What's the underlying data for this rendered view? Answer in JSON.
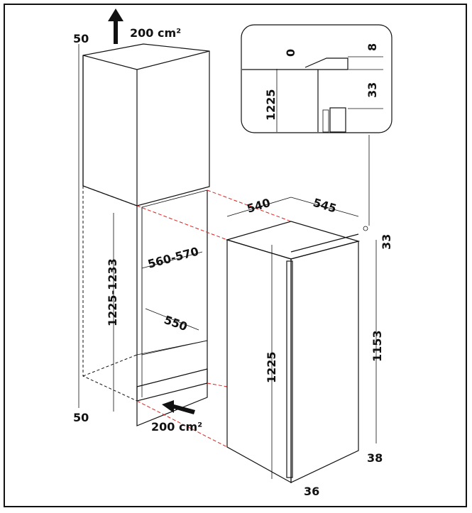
{
  "diagram": {
    "niche": {
      "vent_top": "200 cm²",
      "vent_bottom": "200 cm²",
      "clearance_top": "50",
      "clearance_bottom": "50",
      "height": "1225-1233",
      "width": "560-570",
      "depth": "550"
    },
    "appliance": {
      "width": "540",
      "depth": "545",
      "top_offset": "33",
      "door_height": "1153",
      "height": "1225",
      "bottom_offset": "38",
      "door_gap": "36"
    },
    "detail": {
      "gap_top": "0",
      "offset_right": "8",
      "hinge_height": "33",
      "height": "1225"
    }
  }
}
